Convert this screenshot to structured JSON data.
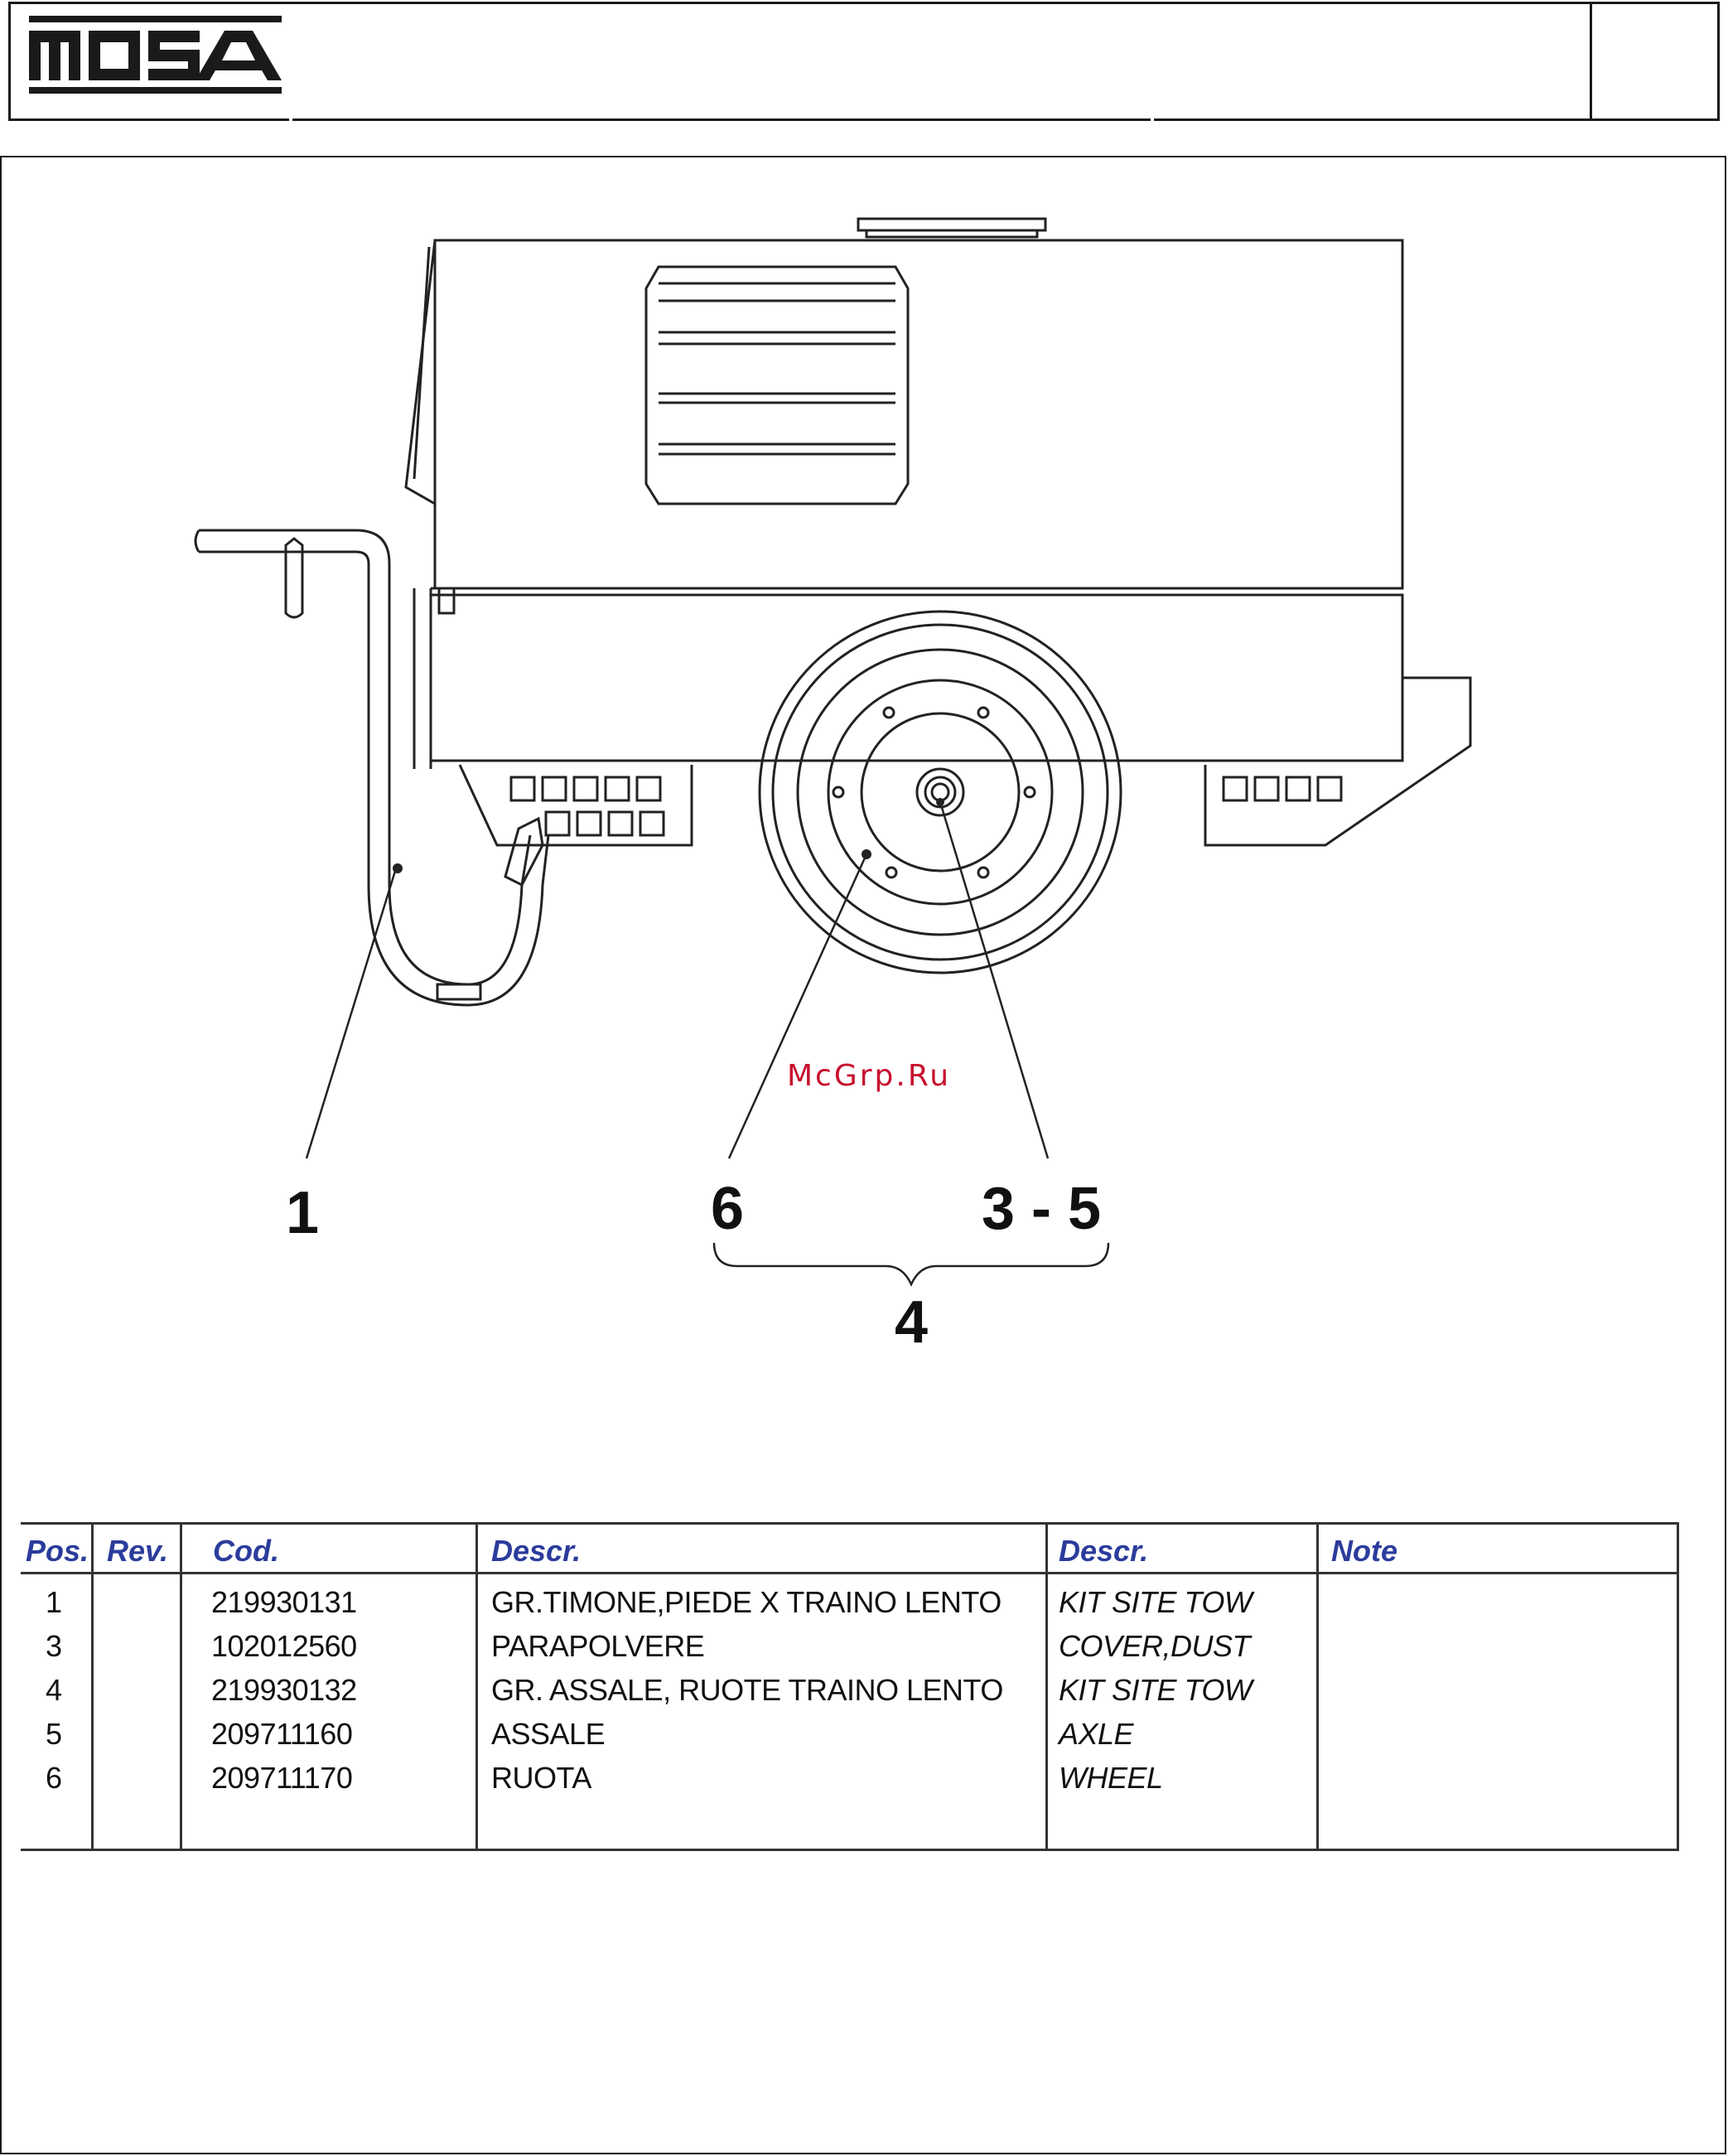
{
  "header": {
    "logo_text": "MOSA"
  },
  "watermark": "McGrp.Ru",
  "drawing": {
    "callouts": {
      "pos1": "1",
      "pos6": "6",
      "pos35": "3 - 5",
      "pos4": "4"
    }
  },
  "table": {
    "headers": {
      "pos": "Pos.",
      "rev": "Rev.",
      "cod": "Cod.",
      "descr_it": "Descr.",
      "descr_en": "Descr.",
      "note": "Note"
    },
    "rows": [
      {
        "pos": "1",
        "rev": "",
        "cod": "219930131",
        "descr_it": "GR.TIMONE,PIEDE X TRAINO LENTO",
        "descr_en": "KIT SITE TOW",
        "note": ""
      },
      {
        "pos": "3",
        "rev": "",
        "cod": "102012560",
        "descr_it": "PARAPOLVERE",
        "descr_en": "COVER,DUST",
        "note": ""
      },
      {
        "pos": "4",
        "rev": "",
        "cod": "219930132",
        "descr_it": "GR. ASSALE, RUOTE TRAINO LENTO",
        "descr_en": "KIT SITE TOW",
        "note": ""
      },
      {
        "pos": "5",
        "rev": "",
        "cod": "209711160",
        "descr_it": "ASSALE",
        "descr_en": "AXLE",
        "note": ""
      },
      {
        "pos": "6",
        "rev": "",
        "cod": "209711170",
        "descr_it": "RUOTA",
        "descr_en": "WHEEL",
        "note": ""
      }
    ]
  }
}
